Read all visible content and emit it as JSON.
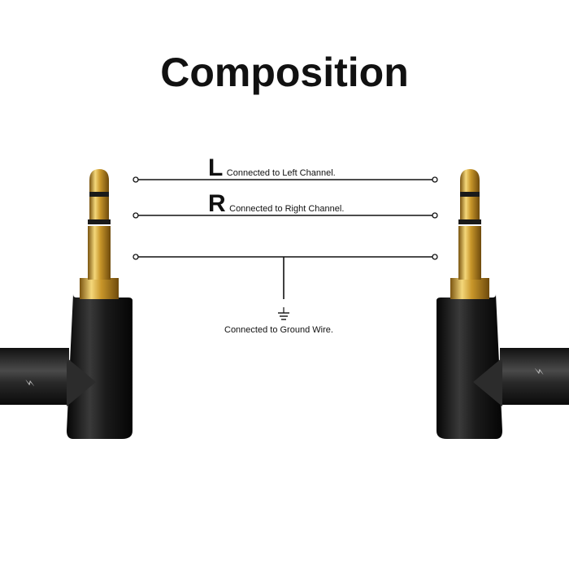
{
  "title": "Composition",
  "wires": [
    {
      "letter": "L",
      "description": "Connected to Left Channel."
    },
    {
      "letter": "R",
      "description": "Connected to Right Channel."
    }
  ],
  "ground": {
    "description": "Connected to Ground Wire."
  },
  "colors": {
    "gold": "#c8962a",
    "gold_light": "#f4d77a",
    "plug_black": "#1c1c1c",
    "line": "#111111"
  },
  "icons": [
    "ground-symbol-icon",
    "bolt-icon"
  ]
}
